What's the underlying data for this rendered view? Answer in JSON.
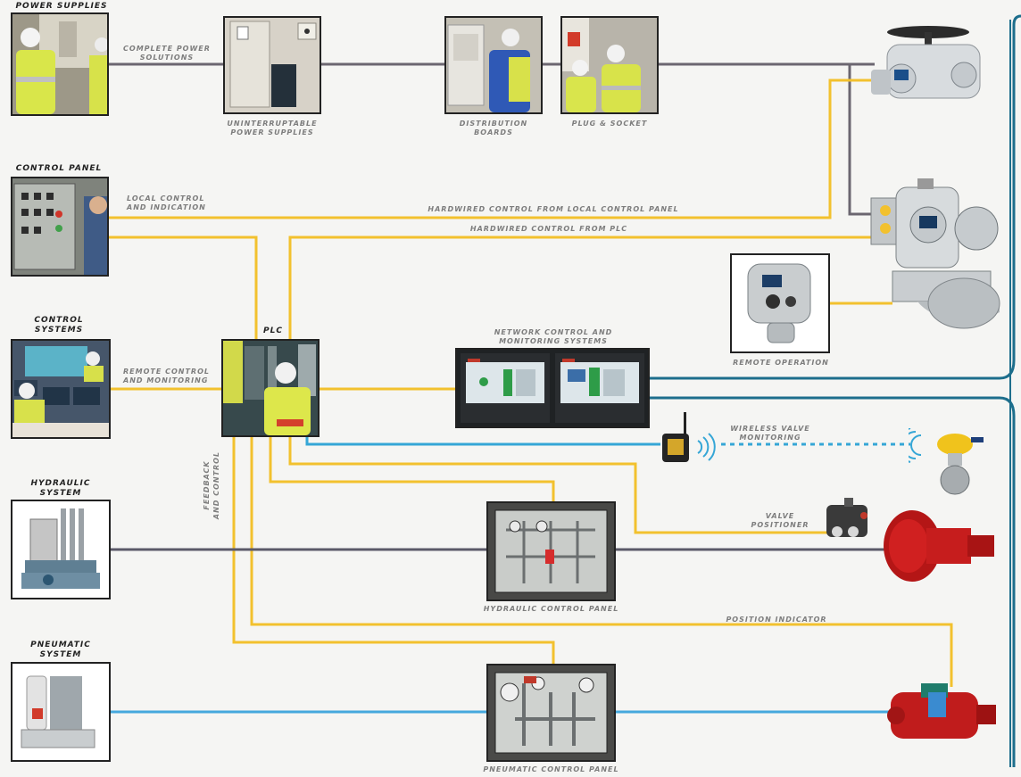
{
  "sections": {
    "power_supplies": "POWER SUPPLIES",
    "control_panel": "CONTROL PANEL",
    "control_systems": "CONTROL\nSYSTEMS",
    "hydraulic_system": "HYDRAULIC\nSYSTEM",
    "pneumatic_system": "PNEUMATIC\nSYSTEM",
    "plc": "PLC"
  },
  "labels": {
    "complete_power": "COMPLETE POWER\nSOLUTIONS",
    "ups": "UNINTERRUPTABLE\nPOWER SUPPLIES",
    "distribution": "DISTRIBUTION\nBOARDS",
    "plug_socket": "PLUG & SOCKET",
    "local_control": "LOCAL CONTROL\nAND INDICATION",
    "hardwired_local": "HARDWIRED CONTROL FROM LOCAL CONTROL PANEL",
    "hardwired_plc": "HARDWIRED CONTROL FROM PLC",
    "remote_control": "REMOTE CONTROL\nAND MONITORING",
    "network": "NETWORK CONTROL AND\nMONITORING SYSTEMS",
    "remote_operation": "REMOTE OPERATION",
    "wireless": "WIRELESS VALVE\nMONITORING",
    "valve_positioner": "VALVE\nPOSITIONER",
    "hydraulic_panel": "HYDRAULIC CONTROL PANEL",
    "position_indicator": "POSITION INDICATOR",
    "pneumatic_panel": "PNEUMATIC CONTROL PANEL",
    "feedback_control": "FEEDBACK\nAND CONTROL"
  },
  "colors": {
    "power_line": "#6b6670",
    "control_line": "#f2c12e",
    "network_line": "#1d6e8c",
    "wireless_line": "#35a6d6",
    "hydraulic_line": "#5b5968",
    "pneumatic_line": "#45a8dd"
  }
}
